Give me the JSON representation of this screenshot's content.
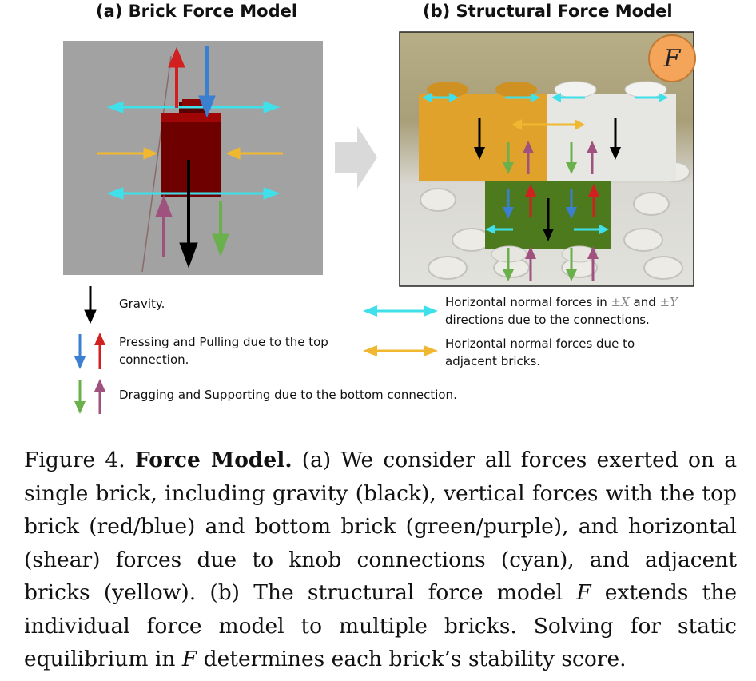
{
  "panels": {
    "a_title": "(a) Brick Force Model",
    "b_title": "(b) Structural Force Model",
    "badge": "F"
  },
  "legend": {
    "gravity": "Gravity.",
    "pressing_line1": "Pressing and Pulling due to the top",
    "pressing_line2": "connection.",
    "dragging": "Dragging and Supporting due to the bottom connection.",
    "horizontal_line1_pre": "Horizontal normal forces in ",
    "horizontal_pm1": "±",
    "horizontal_x": "X",
    "horizontal_and": " and ",
    "horizontal_pm2": "±",
    "horizontal_y": "Y",
    "horizontal_line2": "directions due to the connections.",
    "adjacent_line1": "Horizontal normal forces due to",
    "adjacent_line2": "adjacent bricks."
  },
  "caption": {
    "label": "Figure 4. ",
    "bold": "Force Model.",
    "text_a": " (a) We consider all forces exerted on a single brick, including gravity (black), vertical forces with the top brick (red/blue) and bottom brick (green/purple), and horizontal (shear) forces due to knob connections (cyan), and adjacent bricks (yellow). (b) The structural force model ",
    "f1": "F",
    "text_b": " extends the individual force model to multiple bricks. Solving for static equilibrium in ",
    "f2": "F",
    "text_c": " determines each brick’s stability score."
  },
  "colors": {
    "gravity": "#000000",
    "pressing": "#3a7fd0",
    "pulling": "#d21f1f",
    "dragging": "#6ab04c",
    "supporting": "#a0527e",
    "horizontal": "#3fe0ea",
    "adjacent": "#f0b830",
    "brick_red": "#7a0000",
    "brick_yellow": "#e3a52a",
    "brick_white": "#e8e8e6",
    "brick_green": "#4e7a1e",
    "panel_a_bg": "#a0a0a0"
  }
}
